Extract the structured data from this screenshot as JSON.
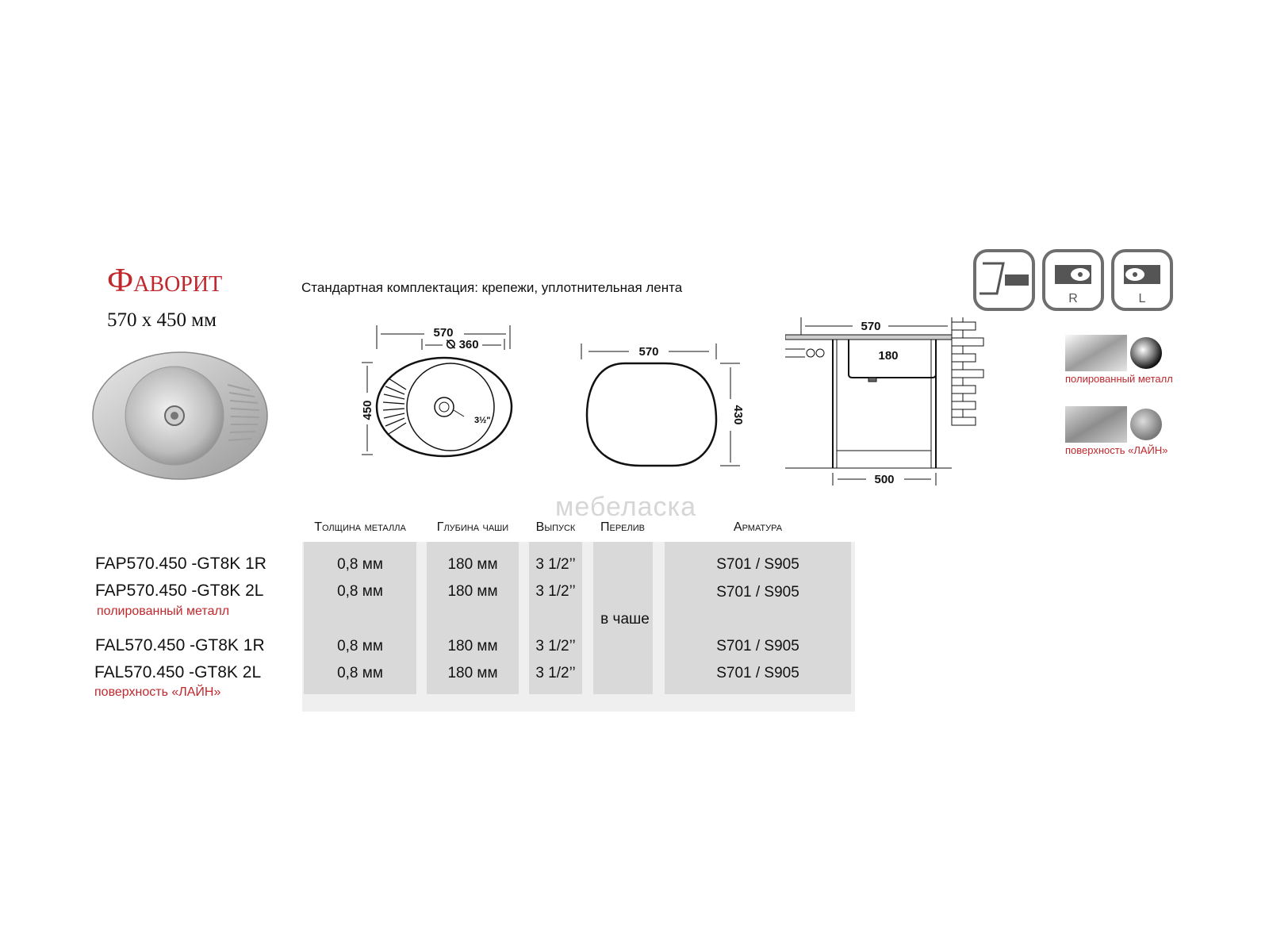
{
  "product": {
    "title_cap": "Ф",
    "title_rest": "АВОРИТ",
    "size": "570 x 450 мм",
    "standard_kit": "Стандартная комплектация: крепежи, уплотнительная лента"
  },
  "drawing_top": {
    "width": "570",
    "bowl": "⦰ 360",
    "height": "450",
    "drain": "3½\""
  },
  "drawing_cutout": {
    "width": "570",
    "height": "430"
  },
  "drawing_side": {
    "width": "570",
    "depth": "180",
    "cabinet": "500"
  },
  "icons": {
    "right_letter": "R",
    "left_letter": "L"
  },
  "materials": [
    {
      "label": "полированный металл"
    },
    {
      "label": "поверхность «ЛАЙН»"
    }
  ],
  "watermark": "мебеласка",
  "table": {
    "headers": [
      "Толщина металла",
      "Глубина чаши",
      "Выпуск",
      "Перелив",
      "Арматура"
    ],
    "overflow": "в чаше",
    "rows": [
      {
        "model": "FAP570.450 -GT8K 1R",
        "thickness": "0,8 мм",
        "depth": "180 мм",
        "drain": "3 1/2’’",
        "fittings": "S701 / S905"
      },
      {
        "model": "FAP570.450 -GT8K 2L",
        "thickness": "0,8 мм",
        "depth": "180 мм",
        "drain": "3 1/2’’",
        "fittings": "S701 / S905"
      },
      {
        "model": "FAL570.450 -GT8K 1R",
        "thickness": "0,8 мм",
        "depth": "180 мм",
        "drain": "3 1/2’’",
        "fittings": "S701 / S905"
      },
      {
        "model": "FAL570.450 -GT8K 2L",
        "thickness": "0,8 мм",
        "depth": "180 мм",
        "drain": "3 1/2’’",
        "fittings": "S701 / S905"
      }
    ],
    "group_notes": [
      "полированный металл",
      "поверхность «ЛАЙН»"
    ]
  }
}
